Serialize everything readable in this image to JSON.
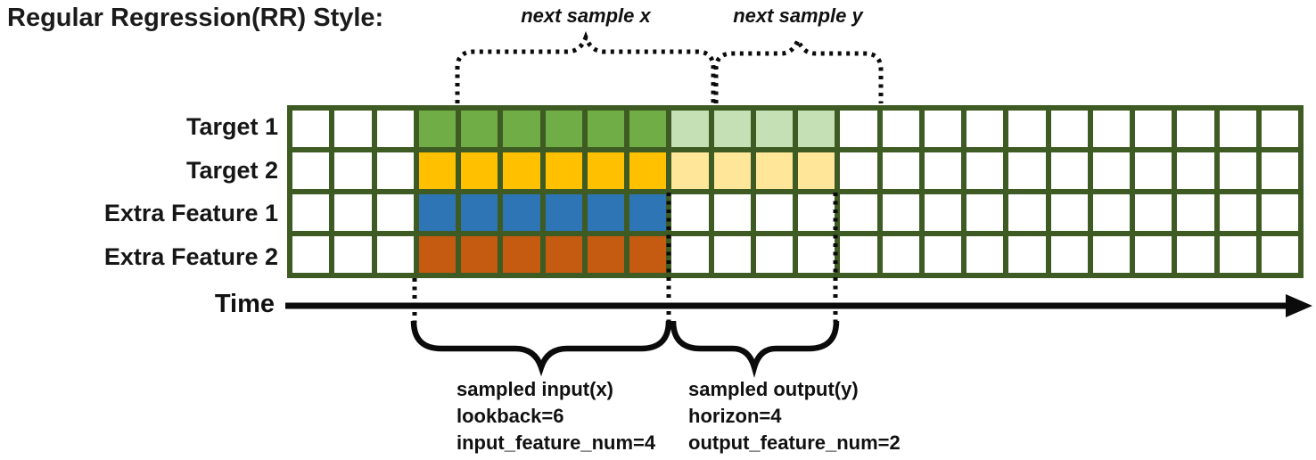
{
  "title": "Regular Regression(RR) Style:",
  "top_annotations": [
    {
      "label": "next sample x"
    },
    {
      "label": "next sample y"
    }
  ],
  "colors": {
    "grid_border": "#3E5B23",
    "green": "#70AD47",
    "light_green": "#C5E0B4",
    "gold": "#FFC000",
    "light_gold": "#FFE699",
    "blue": "#2E75B6",
    "rust": "#C55A11",
    "white": "#FFFFFF",
    "line": "#0b0b0b"
  },
  "grid": {
    "columns": 24,
    "rows": 4
  },
  "rows": [
    {
      "label": "Target 1",
      "segments": [
        {
          "count": 3,
          "color": "white"
        },
        {
          "count": 6,
          "color": "green"
        },
        {
          "count": 4,
          "color": "light_green"
        },
        {
          "count": 11,
          "color": "white"
        }
      ]
    },
    {
      "label": "Target 2",
      "segments": [
        {
          "count": 3,
          "color": "white"
        },
        {
          "count": 6,
          "color": "gold"
        },
        {
          "count": 4,
          "color": "light_gold"
        },
        {
          "count": 11,
          "color": "white"
        }
      ]
    },
    {
      "label": "Extra Feature 1",
      "segments": [
        {
          "count": 3,
          "color": "white"
        },
        {
          "count": 6,
          "color": "blue"
        },
        {
          "count": 15,
          "color": "white"
        }
      ]
    },
    {
      "label": "Extra Feature 2",
      "segments": [
        {
          "count": 3,
          "color": "white"
        },
        {
          "count": 6,
          "color": "rust"
        },
        {
          "count": 15,
          "color": "white"
        }
      ]
    }
  ],
  "time_axis": {
    "label": "Time"
  },
  "bottom_annotations": {
    "input": {
      "lines": [
        "sampled input(x)",
        "lookback=6",
        "input_feature_num=4"
      ]
    },
    "output": {
      "lines": [
        "sampled output(y)",
        "horizon=4",
        "output_feature_num=2"
      ]
    }
  }
}
